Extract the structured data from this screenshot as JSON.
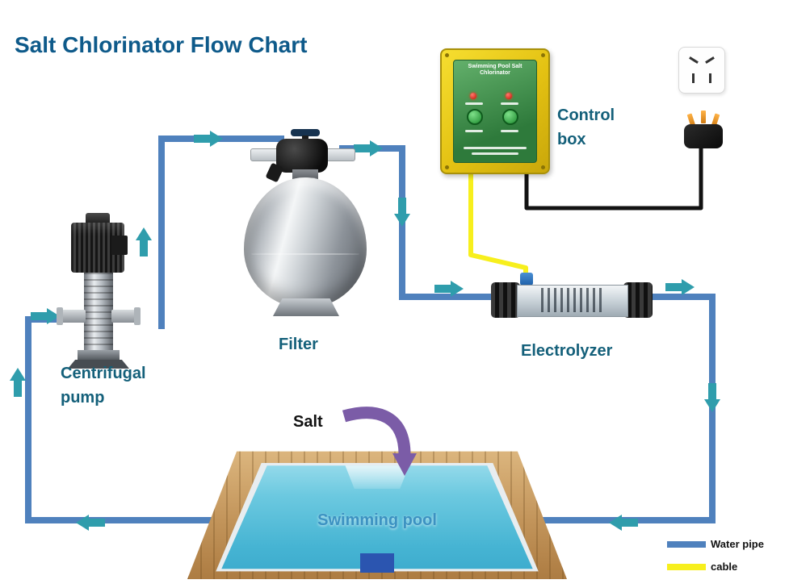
{
  "title": "Salt Chlorinator Flow Chart",
  "components": {
    "pump": {
      "label_line1": "Centrifugal",
      "label_line2": "pump"
    },
    "filter": {
      "label": "Filter"
    },
    "control_box": {
      "label_line1": "Control",
      "label_line2": "box",
      "panel_title": "Swimming Pool Salt Chlorinator"
    },
    "electrolyzer": {
      "label": "Electrolyzer"
    },
    "salt": {
      "label": "Salt"
    },
    "pool": {
      "label": "Swimming pool"
    }
  },
  "legend": {
    "water_pipe": "Water pipe",
    "cable": "cable"
  },
  "colors": {
    "pipe": "#4f81bd",
    "cable_yellow": "#f7ef1d",
    "cable_black": "#121212",
    "arrow": "#2f9dac",
    "salt_arrow": "#7b5ca7",
    "title": "#0e5a8a",
    "label": "#14607a"
  }
}
